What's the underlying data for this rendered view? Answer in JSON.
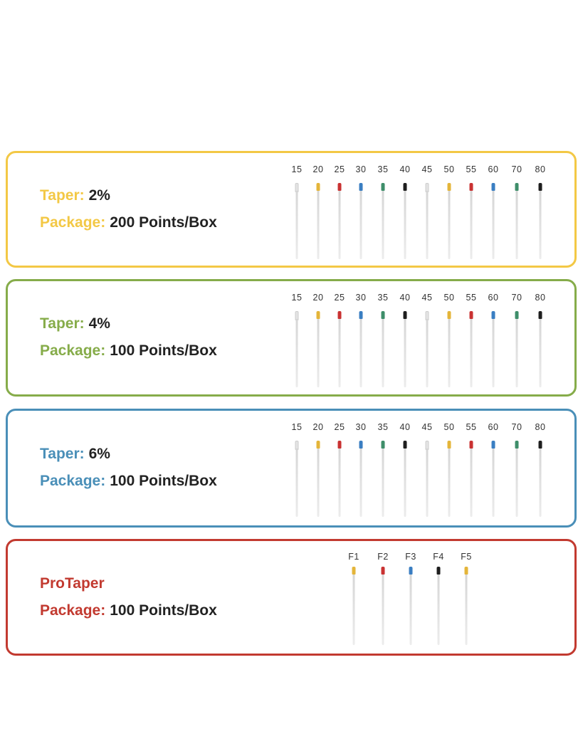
{
  "colors": {
    "white": "#e4e4e4",
    "yellow": "#e4b53a",
    "red": "#c93232",
    "blue": "#3a7ec2",
    "green": "#3e8e6a",
    "black": "#1e1e1e"
  },
  "panels": [
    {
      "border": "#f3c845",
      "title_key": "Taper:",
      "title_val": "2%",
      "pkg_key": "Package:",
      "pkg_val": "200 Points/Box"
    },
    {
      "border": "#86ac4a",
      "title_key": "Taper:",
      "title_val": "4%",
      "pkg_key": "Package:",
      "pkg_val": "100 Points/Box"
    },
    {
      "border": "#4a8fb8",
      "title_key": "Taper:",
      "title_val": "6%",
      "pkg_key": "Package:",
      "pkg_val": "100 Points/Box"
    },
    {
      "border": "#c23a30",
      "title_key": "ProTaper",
      "title_val": "",
      "pkg_key": "Package:",
      "pkg_val": "100 Points/Box"
    }
  ],
  "iso_sizes": [
    {
      "label": "15",
      "color": "white"
    },
    {
      "label": "20",
      "color": "yellow"
    },
    {
      "label": "25",
      "color": "red"
    },
    {
      "label": "30",
      "color": "blue"
    },
    {
      "label": "35",
      "color": "green"
    },
    {
      "label": "40",
      "color": "black"
    },
    {
      "label": "45",
      "color": "white"
    },
    {
      "label": "50",
      "color": "yellow"
    },
    {
      "label": "55",
      "color": "red"
    },
    {
      "label": "60",
      "color": "blue"
    },
    {
      "label": "70",
      "color": "green"
    },
    {
      "label": "80",
      "color": "black"
    }
  ],
  "protaper_sizes": [
    {
      "label": "F1",
      "color": "yellow"
    },
    {
      "label": "F2",
      "color": "red"
    },
    {
      "label": "F3",
      "color": "blue"
    },
    {
      "label": "F4",
      "color": "black"
    },
    {
      "label": "F5",
      "color": "yellow"
    }
  ]
}
